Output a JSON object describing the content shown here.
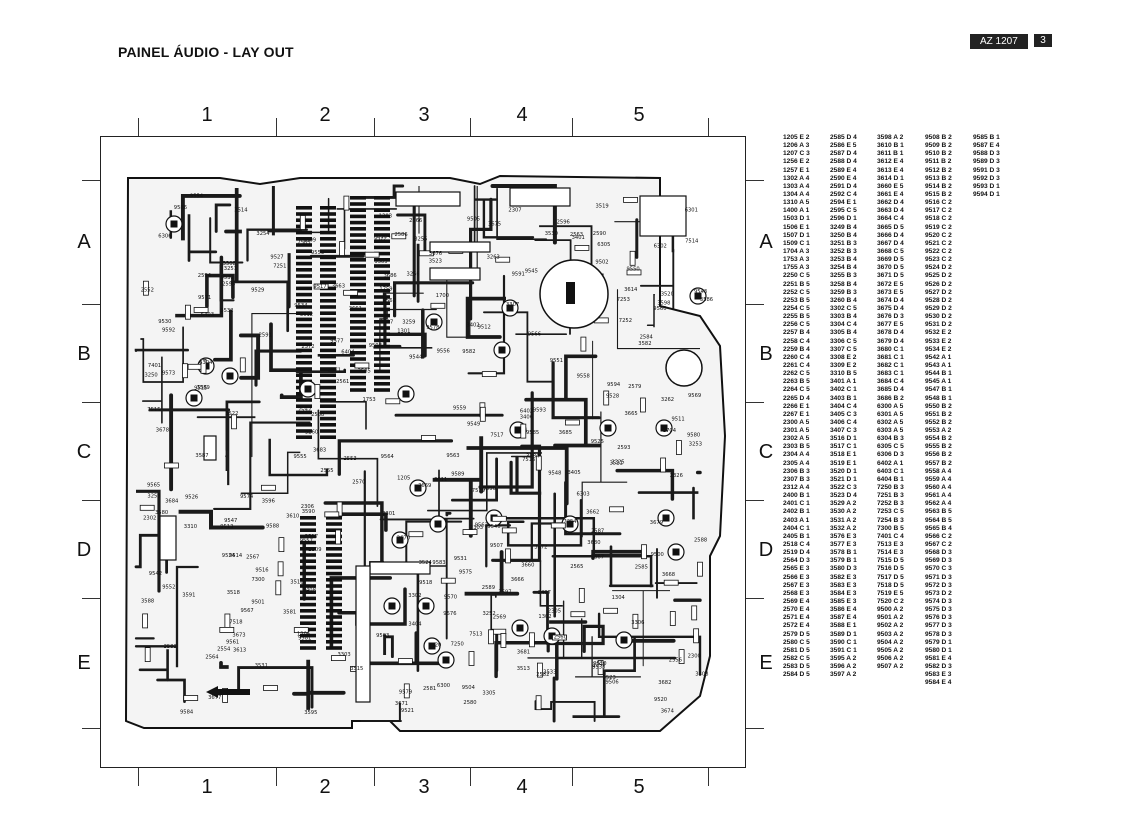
{
  "header": {
    "title": "PAINEL ÁUDIO - LAY OUT",
    "model": "AZ 1207",
    "page": "3"
  },
  "grid": {
    "columns": [
      "1",
      "2",
      "3",
      "4",
      "5"
    ],
    "rows": [
      "A",
      "B",
      "C",
      "D",
      "E"
    ]
  },
  "board_labels": [
    "1205",
    "1206",
    "1302",
    "1303",
    "1304",
    "1753",
    "1759",
    "1704",
    "1700",
    "1257",
    "1301",
    "2325",
    "2326",
    "2300",
    "2301",
    "2302",
    "2303",
    "2305",
    "2306",
    "2307",
    "2309",
    "3401",
    "3402",
    "3403",
    "3404",
    "3405",
    "3406",
    "3407",
    "3408",
    "3533",
    "3530",
    "3531",
    "3532",
    "3513",
    "3514",
    "3515",
    "3516",
    "3517",
    "3518",
    "3519",
    "3520",
    "3521",
    "3522",
    "3523",
    "3524",
    "2552",
    "2553",
    "2554",
    "2555",
    "2556",
    "2560",
    "2561",
    "2562",
    "2563",
    "2564",
    "2565",
    "2566",
    "2567",
    "2568",
    "2569",
    "2570",
    "2571",
    "2572",
    "2579",
    "2580",
    "2581",
    "2582",
    "2583",
    "2584",
    "2585",
    "2586",
    "2587",
    "2588",
    "2589",
    "2590",
    "2591",
    "2592",
    "2593",
    "2594",
    "2595",
    "2596",
    "3250",
    "3251",
    "3252",
    "3253",
    "3254",
    "3255",
    "3256",
    "3258",
    "3259",
    "3260",
    "3262",
    "3263",
    "3302",
    "3303",
    "3304",
    "3305",
    "3306",
    "3307",
    "3308",
    "3309",
    "3310",
    "6300",
    "6301",
    "6302",
    "6303",
    "6304",
    "6305",
    "6306",
    "6402",
    "6403",
    "6404",
    "7250",
    "7251",
    "7252",
    "7253",
    "7254",
    "7300",
    "7401",
    "7513",
    "7514",
    "7515",
    "7516",
    "7517",
    "7518",
    "7519",
    "7520",
    "9500",
    "9501",
    "9502",
    "9503",
    "9504",
    "9505",
    "9506",
    "9507",
    "9508",
    "9509",
    "9510",
    "9511",
    "9512",
    "9513",
    "9514",
    "9515",
    "9516",
    "9517",
    "9518",
    "9519",
    "9520",
    "9521",
    "9522",
    "9523",
    "9524",
    "9525",
    "9526",
    "9527",
    "9528",
    "9529",
    "9530",
    "9531",
    "9532",
    "9533",
    "9534",
    "9542",
    "9543",
    "9544",
    "9545",
    "9546",
    "9547",
    "9548",
    "9549",
    "9550",
    "9551",
    "9552",
    "9553",
    "9554",
    "9555",
    "9556",
    "9557",
    "9558",
    "9559",
    "9560",
    "9561",
    "9562",
    "9563",
    "9564",
    "9565",
    "9566",
    "9567",
    "9568",
    "9569",
    "9570",
    "9571",
    "9572",
    "9573",
    "9574",
    "9575",
    "9576",
    "9577",
    "9578",
    "9579",
    "9580",
    "9581",
    "9582",
    "9583",
    "9584",
    "9585",
    "9586",
    "9587",
    "9588",
    "9589",
    "9590",
    "9591",
    "9592",
    "9593",
    "9594",
    "3580",
    "3581",
    "3582",
    "3583",
    "3584",
    "3585",
    "3586",
    "3587",
    "3588",
    "3589",
    "3590",
    "3591",
    "3595",
    "3596",
    "3597",
    "3598",
    "3610",
    "3611",
    "3612",
    "3613",
    "3614",
    "3660",
    "3661",
    "3662",
    "3663",
    "3664",
    "3665",
    "3666",
    "3667",
    "3668",
    "3669",
    "3670",
    "3671",
    "3672",
    "3673",
    "3674",
    "3675",
    "3676",
    "3677",
    "3678",
    "3679",
    "3680",
    "3681",
    "3682",
    "3683",
    "3684",
    "3685",
    "3686"
  ],
  "reference_table": [
    [
      "1205 E 2",
      "1206 A 3",
      "1207 C 3",
      "1256 E 2",
      "1257 E 1",
      "1302 A 4",
      "1303 A 4",
      "1304 A 4",
      "1310 A 5",
      "1400 A 1",
      "1503 D 1",
      "1506 E 1",
      "1507 D 1",
      "1509 C 1",
      "1704 A 3",
      "1753 A 3",
      "1755 A 3",
      "2250 C 5",
      "2251 B 5",
      "2252 C 5",
      "2253 B 5",
      "2254 C 5",
      "2255 B 5",
      "2256 C 5",
      "2257 B 4",
      "2258 C 4",
      "2259 B 4",
      "2260 C 4",
      "2261 C 4",
      "2262 C 5",
      "2263 B 5",
      "2264 C 5",
      "2265 D 4",
      "2266 E 1",
      "2267 E 1",
      "2300 A 5",
      "2301 A 5",
      "2302 A 5",
      "2303 B 5",
      "2304 A 4",
      "2305 A 4",
      "2306 B 3",
      "2307 B 3",
      "2312 A 4",
      "2400 B 1",
      "2401 C 1",
      "2402 B 1",
      "2403 A 1",
      "2404 C 1",
      "2405 B 1",
      "2518 C 4",
      "2519 D 4",
      "2564 D 3",
      "2565 E 3",
      "2566 E 3",
      "2567 E 3",
      "2568 E 3",
      "2569 E 4",
      "2570 E 4",
      "2571 E 4",
      "2572 E 4",
      "2579 D 5",
      "2580 C 5",
      "2581 D 5",
      "2582 C 5",
      "2583 D 5",
      "2584 D 5"
    ],
    [
      "2585 D 4",
      "2586 E 5",
      "2587 D 4",
      "2588 D 4",
      "2589 E 4",
      "2590 E 4",
      "2591 D 4",
      "2592 C 4",
      "2594 E 1",
      "2595 C 5",
      "2596 D 1",
      "3249 B 4",
      "3250 B 4",
      "3251 B 3",
      "3252 B 3",
      "3253 B 4",
      "3254 B 4",
      "3255 B 3",
      "3258 B 4",
      "3259 B 3",
      "3260 B 4",
      "3302 C 5",
      "3303 B 4",
      "3304 C 4",
      "3305 B 4",
      "3306 C 5",
      "3307 C 5",
      "3308 E 2",
      "3309 E 2",
      "3310 B 5",
      "3401 A 1",
      "3402 C 1",
      "3403 B 1",
      "3404 C 4",
      "3405 C 3",
      "3406 C 4",
      "3407 C 3",
      "3516 D 1",
      "3517 C 1",
      "3518 E 1",
      "3519 E 1",
      "3520 D 1",
      "3521 D 1",
      "3522 C 3",
      "3523 D 4",
      "3529 A 2",
      "3530 A 2",
      "3531 A 2",
      "3532 A 2",
      "3576 E 3",
      "3577 E 3",
      "3578 B 1",
      "3579 B 1",
      "3580 D 3",
      "3582 E 3",
      "3583 E 3",
      "3584 E 3",
      "3585 E 3",
      "3586 E 4",
      "3587 E 4",
      "3588 E 1",
      "3589 D 1",
      "3590 C 1",
      "3591 C 1",
      "3595 A 2",
      "3596 A 2",
      "3597 A 2"
    ],
    [
      "3598 A 2",
      "3610 B 1",
      "3611 B 1",
      "3612 E 4",
      "3613 E 4",
      "3614 D 1",
      "3660 E 5",
      "3661 E 4",
      "3662 D 4",
      "3663 D 4",
      "3664 C 4",
      "3665 D 5",
      "3666 D 4",
      "3667 D 4",
      "3668 C 5",
      "3669 D 5",
      "3670 D 5",
      "3671 D 5",
      "3672 E 5",
      "3673 E 5",
      "3674 D 4",
      "3675 D 4",
      "3676 D 3",
      "3677 E 5",
      "3678 D 4",
      "3679 D 4",
      "3680 C 1",
      "3681 C 1",
      "3682 C 1",
      "3683 C 1",
      "3684 C 4",
      "3685 D 4",
      "3686 B 2",
      "6300 A 5",
      "6301 A 5",
      "6302 A 5",
      "6303 A 5",
      "6304 B 3",
      "6305 C 5",
      "6306 D 3",
      "6402 A 1",
      "6403 C 1",
      "6404 B 1",
      "7250 B 3",
      "7251 B 3",
      "7252 B 3",
      "7253 C 5",
      "7254 B 3",
      "7300 B 5",
      "7401 C 4",
      "7513 E 3",
      "7514 E 3",
      "7515 D 5",
      "7516 D 5",
      "7517 D 5",
      "7518 D 5",
      "7519 E 5",
      "7520 C 2",
      "9500 A 2",
      "9501 A 2",
      "9502 A 2",
      "9503 A 2",
      "9504 A 2",
      "9505 A 2",
      "9506 A 2",
      "9507 A 2"
    ],
    [
      "9508 B 2",
      "9509 B 2",
      "9510 B 2",
      "9511 B 2",
      "9512 B 2",
      "9513 B 2",
      "9514 B 2",
      "9515 B 2",
      "9516 C 2",
      "9517 C 2",
      "9518 C 2",
      "9519 C 2",
      "9520 C 2",
      "9521 C 2",
      "9522 C 2",
      "9523 C 2",
      "9524 D 2",
      "9525 D 2",
      "9526 D 2",
      "9527 D 2",
      "9528 D 2",
      "9529 D 2",
      "9530 D 2",
      "9531 D 2",
      "9532 E 2",
      "9533 E 2",
      "9534 E 2",
      "9542 A 1",
      "9543 A 1",
      "9544 B 1",
      "9545 A 1",
      "9547 B 1",
      "9548 B 1",
      "9550 B 2",
      "9551 B 2",
      "9552 B 2",
      "9553 A 2",
      "9554 B 2",
      "9555 B 2",
      "9556 B 2",
      "9557 B 2",
      "9558 A 4",
      "9559 A 4",
      "9560 A 4",
      "9561 A 4",
      "9562 A 4",
      "9563 B 5",
      "9564 B 5",
      "9565 B 4",
      "9566 C 2",
      "9567 C 2",
      "9568 D 3",
      "9569 D 3",
      "9570 C 3",
      "9571 D 3",
      "9572 D 3",
      "9573 D 2",
      "9574 D 3",
      "9575 D 3",
      "9576 D 3",
      "9577 D 3",
      "9578 D 3",
      "9579 D 1",
      "9580 D 1",
      "9581 E 4",
      "9582 D 3",
      "9583 E 3",
      "9584 E 4"
    ],
    [
      "9585 B 1",
      "9587 E 4",
      "9588 D 3",
      "9589 D 3",
      "9591 D 3",
      "9592 D 3",
      "9593 D 1",
      "9594 D 1"
    ]
  ]
}
